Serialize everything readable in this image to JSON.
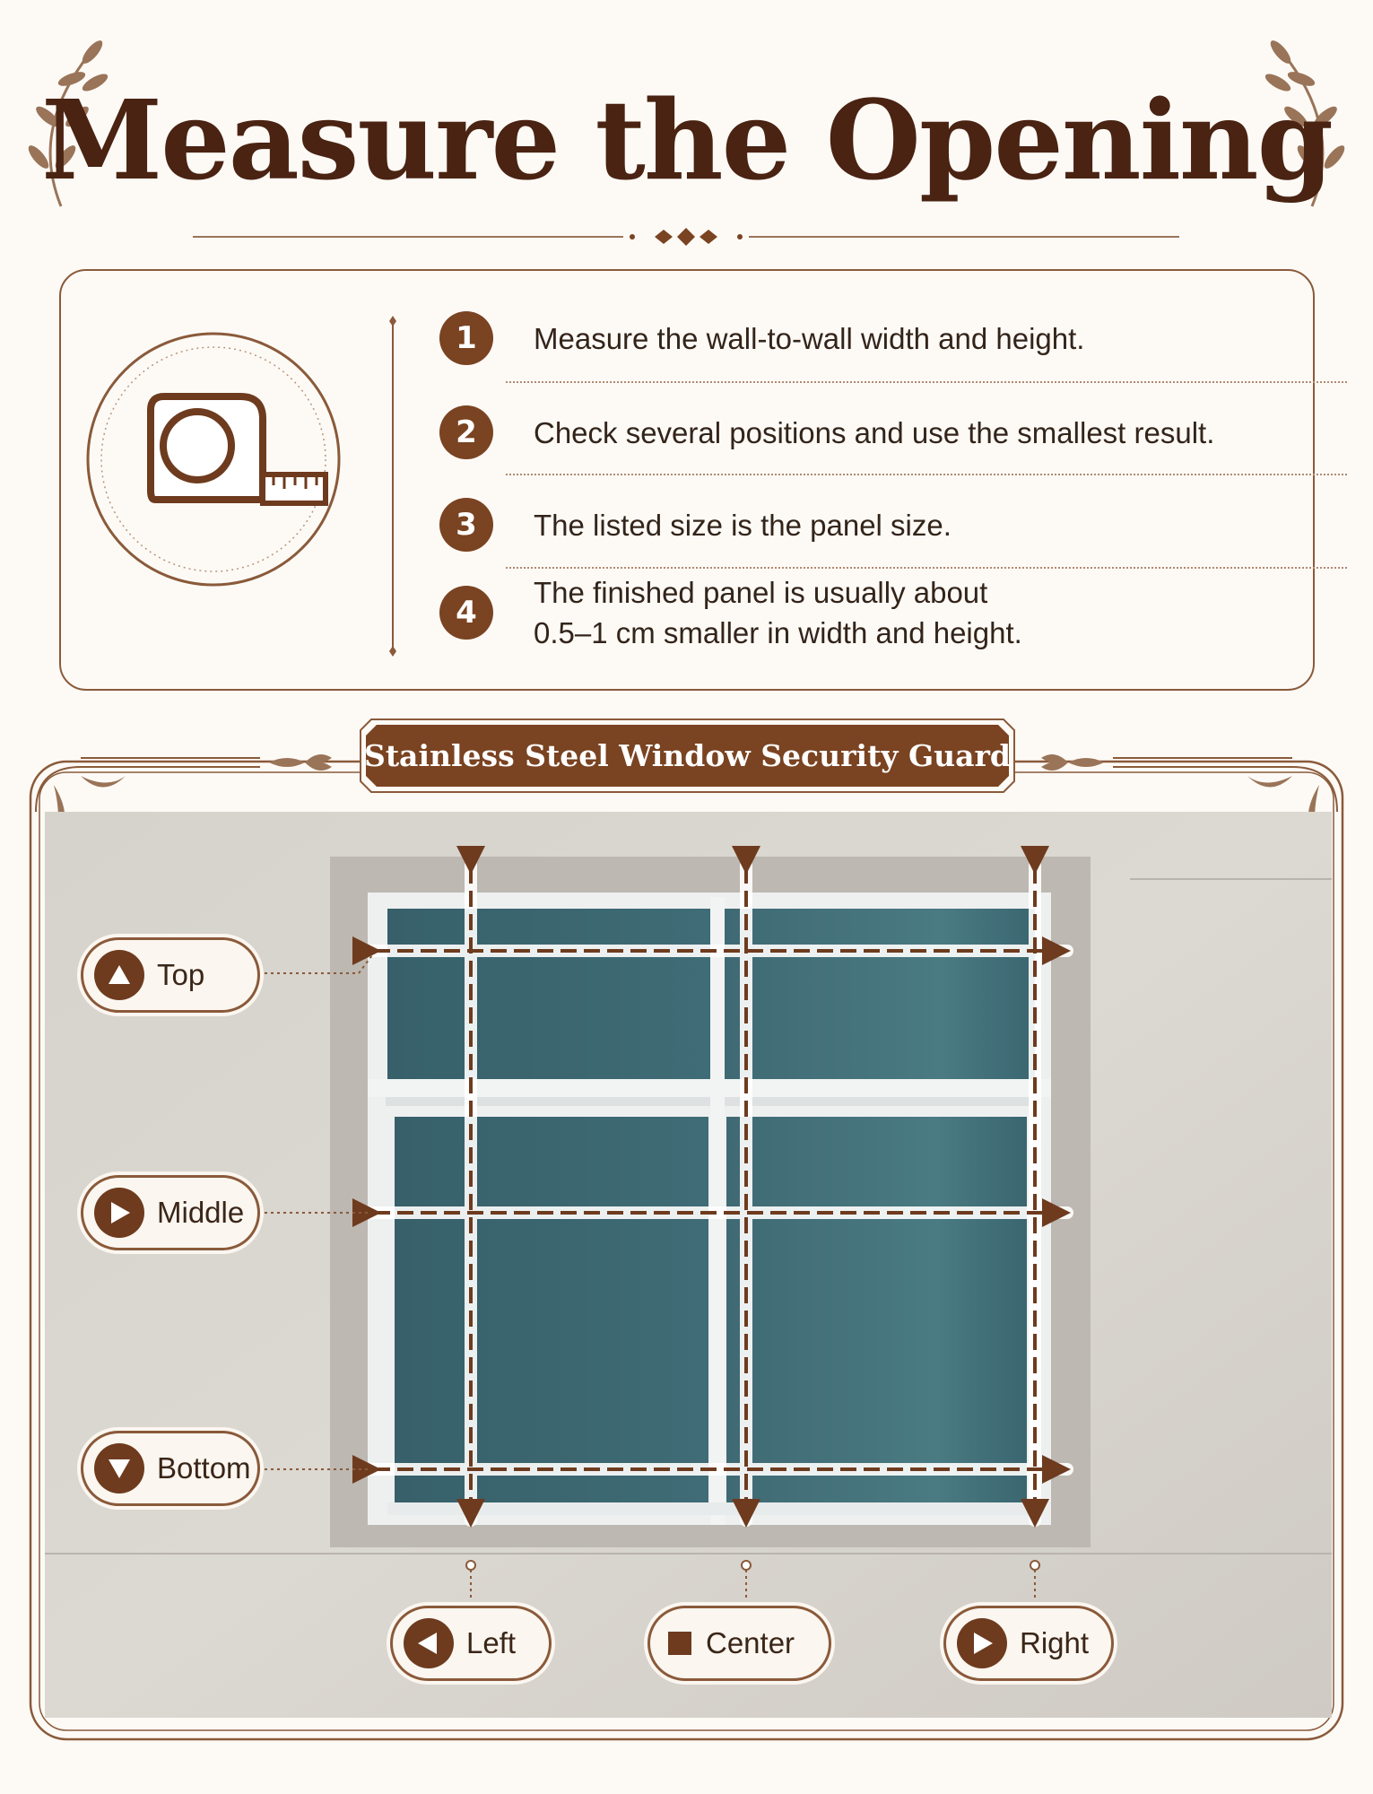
{
  "title": "Measure the Opening",
  "steps": [
    {
      "number": "1",
      "lines": [
        "Measure the wall-to-wall width and height."
      ]
    },
    {
      "number": "2",
      "lines": [
        "Check several positions and use the smallest result."
      ]
    },
    {
      "number": "3",
      "lines": [
        "The listed size is the panel size."
      ]
    },
    {
      "number": "4",
      "lines": [
        "The finished panel is usually about",
        "0.5–1 cm smaller in width and height."
      ]
    }
  ],
  "banner": {
    "label": "Stainless Steel Window Security Guard"
  },
  "horizontal_labels": {
    "top": "Top",
    "middle": "Middle",
    "bottom": "Bottom"
  },
  "vertical_labels": {
    "left": "Left",
    "center": "Center",
    "right": "Right"
  },
  "icons": {
    "steps_card": "tape-measure-icon",
    "top": "triangle-up-icon",
    "middle": "play-right-icon",
    "bottom": "triangle-down-icon",
    "left": "triangle-left-icon",
    "center": "square-stop-icon",
    "right": "play-right-icon"
  },
  "colors": {
    "accent": "#7a4321",
    "title": "#4a2312",
    "background": "#fdfaf6",
    "glass": "#3c6670"
  }
}
